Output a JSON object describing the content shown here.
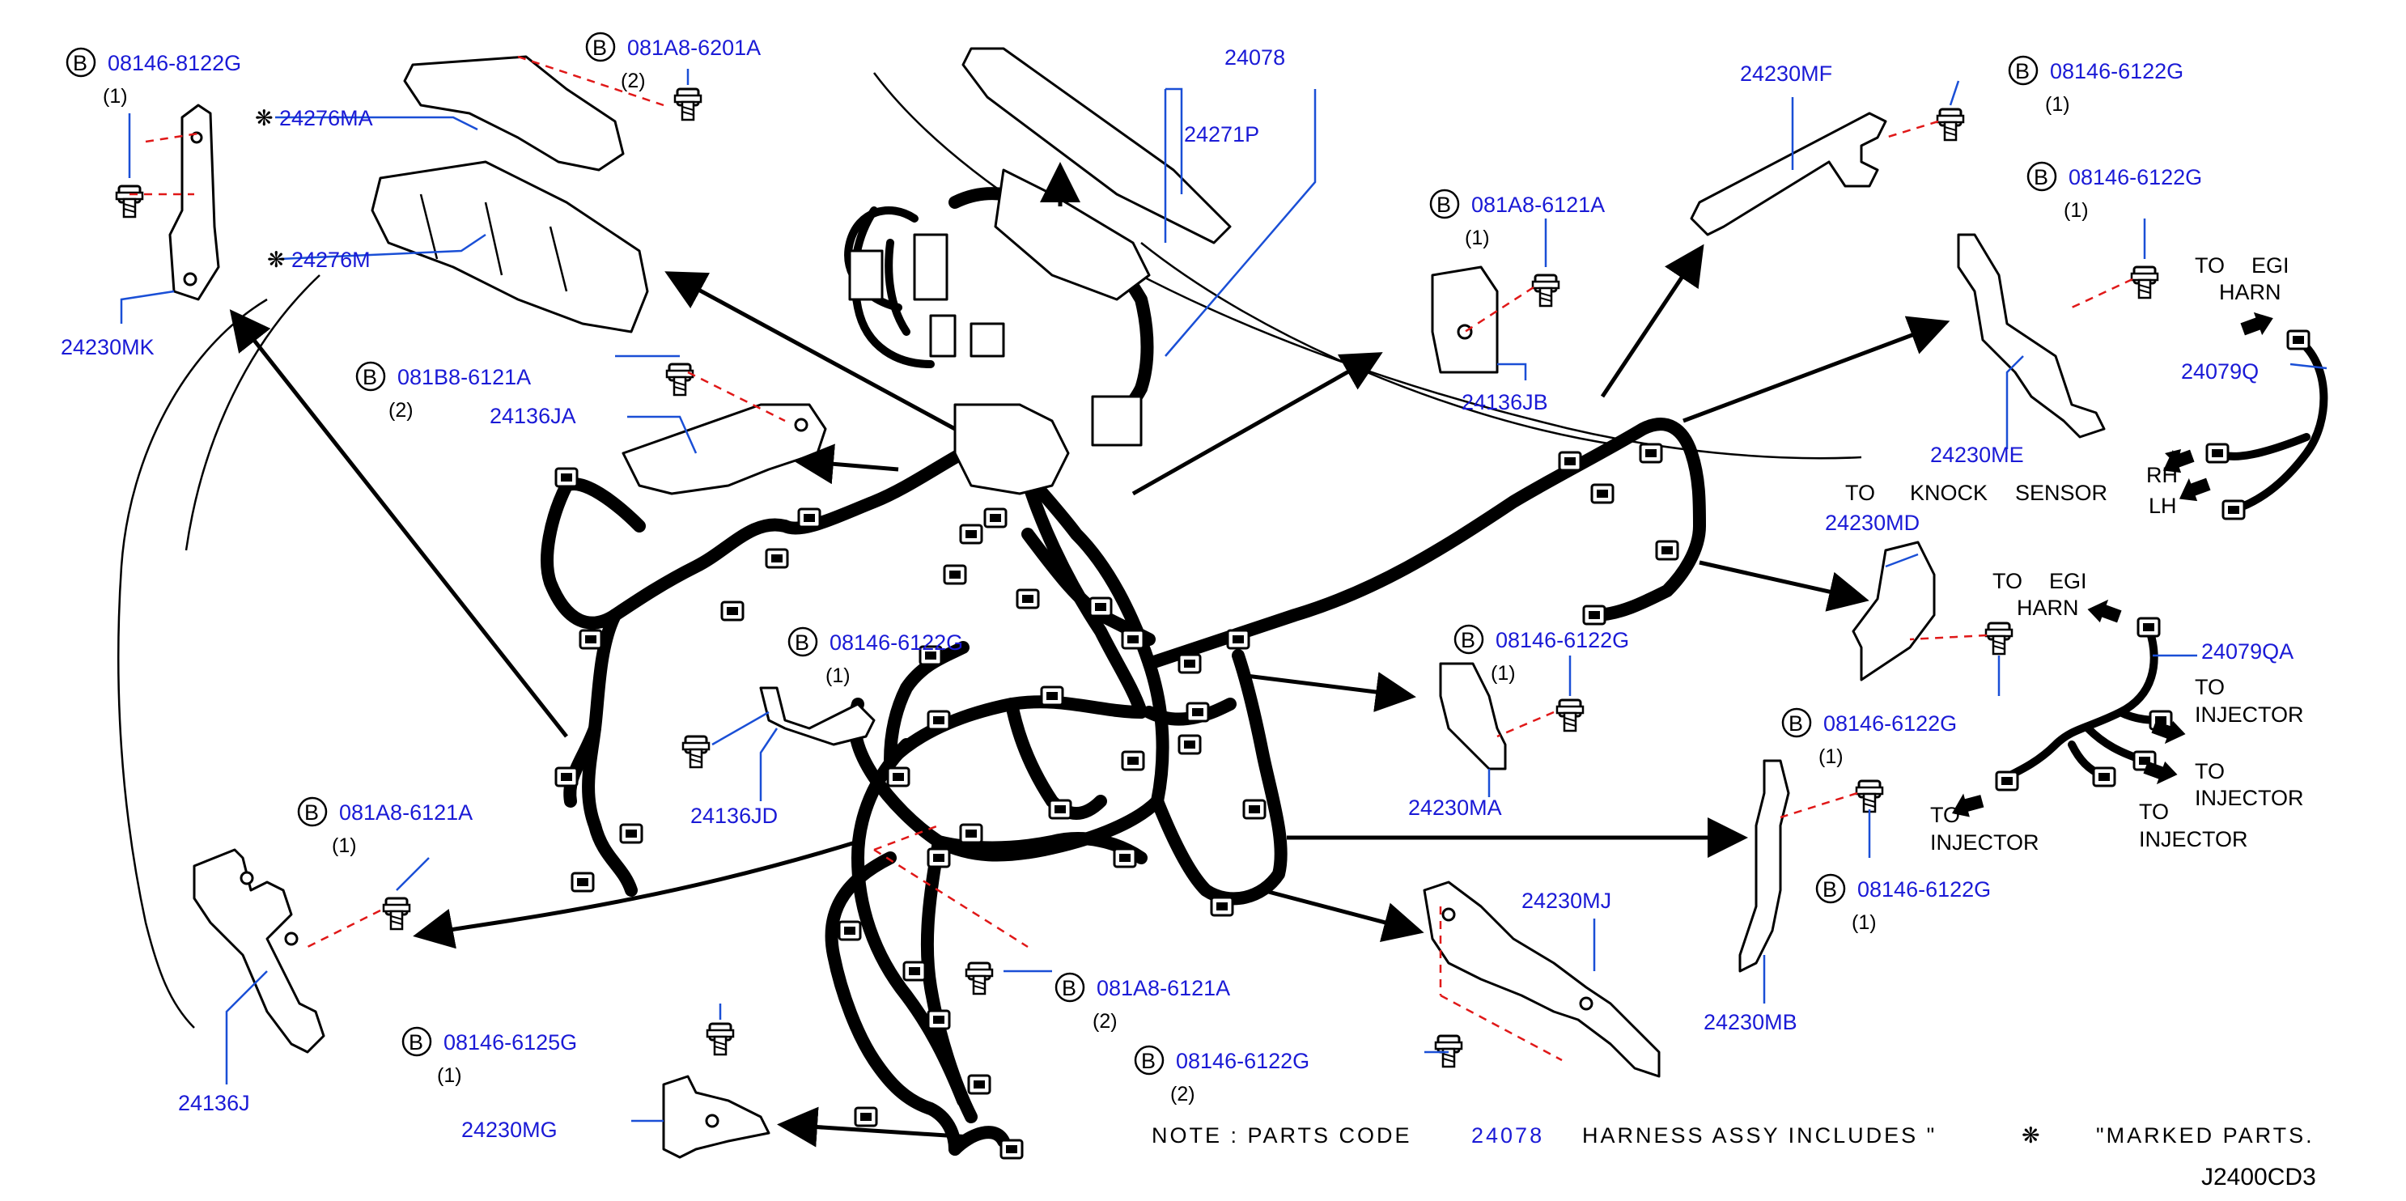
{
  "labels": {
    "p24078": "24078",
    "p24271P": "24271P",
    "p24276MA": "24276MA",
    "p24276M": "24276M",
    "p24230MK": "24230MK",
    "p24136JA": "24136JA",
    "p24136JB": "24136JB",
    "p24230MF": "24230MF",
    "p24230ME": "24230ME",
    "p24079Q": "24079Q",
    "p24230MD": "24230MD",
    "p24079QA": "24079QA",
    "p24136JD": "24136JD",
    "p24230MA": "24230MA",
    "p24136J": "24136J",
    "p24230MJ": "24230MJ",
    "p24230MB": "24230MB",
    "p24230MG": "24230MG"
  },
  "bolts": {
    "b1": {
      "code": "08146-8122G",
      "qty": "(1)"
    },
    "b2": {
      "code": "081A8-6201A",
      "qty": "(2)"
    },
    "b3": {
      "code": "081B8-6121A",
      "qty": "(2)"
    },
    "b4": {
      "code": "081A8-6121A",
      "qty": "(1)"
    },
    "b5": {
      "code": "08146-6122G",
      "qty": "(1)"
    },
    "b6": {
      "code": "08146-6122G",
      "qty": "(1)"
    },
    "b7": {
      "code": "08146-6122G",
      "qty": "(1)"
    },
    "b8": {
      "code": "08146-6122G",
      "qty": "(1)"
    },
    "b9": {
      "code": "08146-6122G",
      "qty": "(1)"
    },
    "b10": {
      "code": "081A8-6121A",
      "qty": "(1)"
    },
    "b11": {
      "code": "08146-6122G",
      "qty": "(1)"
    },
    "b12": {
      "code": "081A8-6121A",
      "qty": "(2)"
    },
    "b13": {
      "code": "08146-6125G",
      "qty": "(1)"
    },
    "b14": {
      "code": "08146-6122G",
      "qty": "(2)"
    }
  },
  "circle_letter": "B",
  "marker": "❋",
  "annotations": {
    "to_egi_1": "TO",
    "to_egi_1b": "EGI",
    "harn_1": "HARN",
    "rh": "RH",
    "lh": "LH",
    "to_knock": "TO",
    "knock": "KNOCK",
    "sensor": "SENSOR",
    "to_egi_2": "TO",
    "to_egi_2b": "EGI",
    "harn_2": "HARN",
    "to_inj_a": "TO",
    "injector_a": "INJECTOR",
    "to_inj_b": "TO",
    "injector_b": "INJECTOR",
    "to_inj_c": "TO",
    "injector_c": "INJECTOR",
    "to_inj_d": "TO",
    "injector_d": "INJECTOR"
  },
  "note": {
    "prefix": "NOTE : PARTS CODE",
    "code": "24078",
    "middle": "HARNESS ASSY INCLUDES \"",
    "suffix": "\"MARKED PARTS."
  },
  "diagram_id": "J2400CD3"
}
